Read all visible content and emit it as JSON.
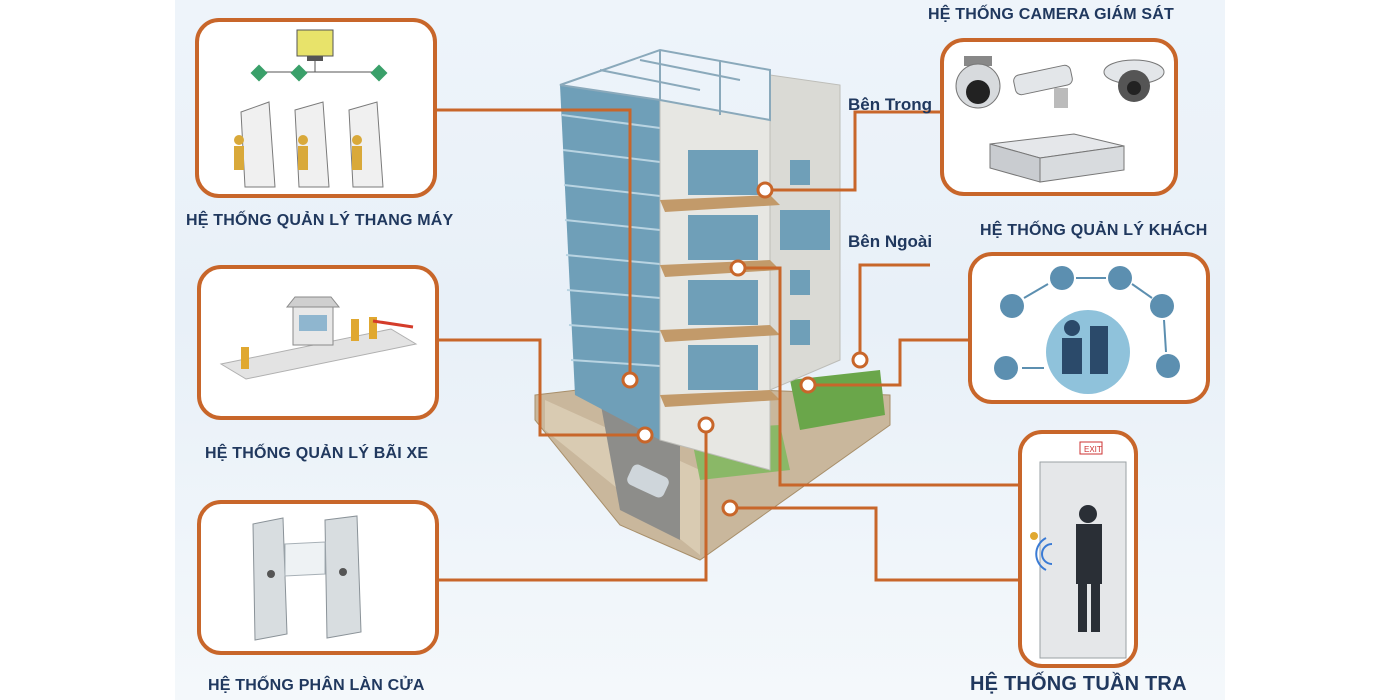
{
  "captions": {
    "camera": "HỆ THỐNG CAMERA GIÁM SÁT",
    "elevator": "HỆ THỐNG QUẢN LÝ THANG MÁY",
    "visitor": "HỆ THỐNG QUẢN LÝ KHÁCH",
    "parking": "HỆ THỐNG QUẢN LÝ BÃI XE",
    "gate": "HỆ THỐNG PHÂN LÀN CỬA",
    "patrol": "HỆ THỐNG TUẦN TRA"
  },
  "labels": {
    "inside": "Bên Trong",
    "outside": "Bên Ngoài"
  },
  "colors": {
    "frame": "#c8662a",
    "caption": "#20385e",
    "glass": "#6f9fb8",
    "concrete": "#e7e7e3"
  }
}
